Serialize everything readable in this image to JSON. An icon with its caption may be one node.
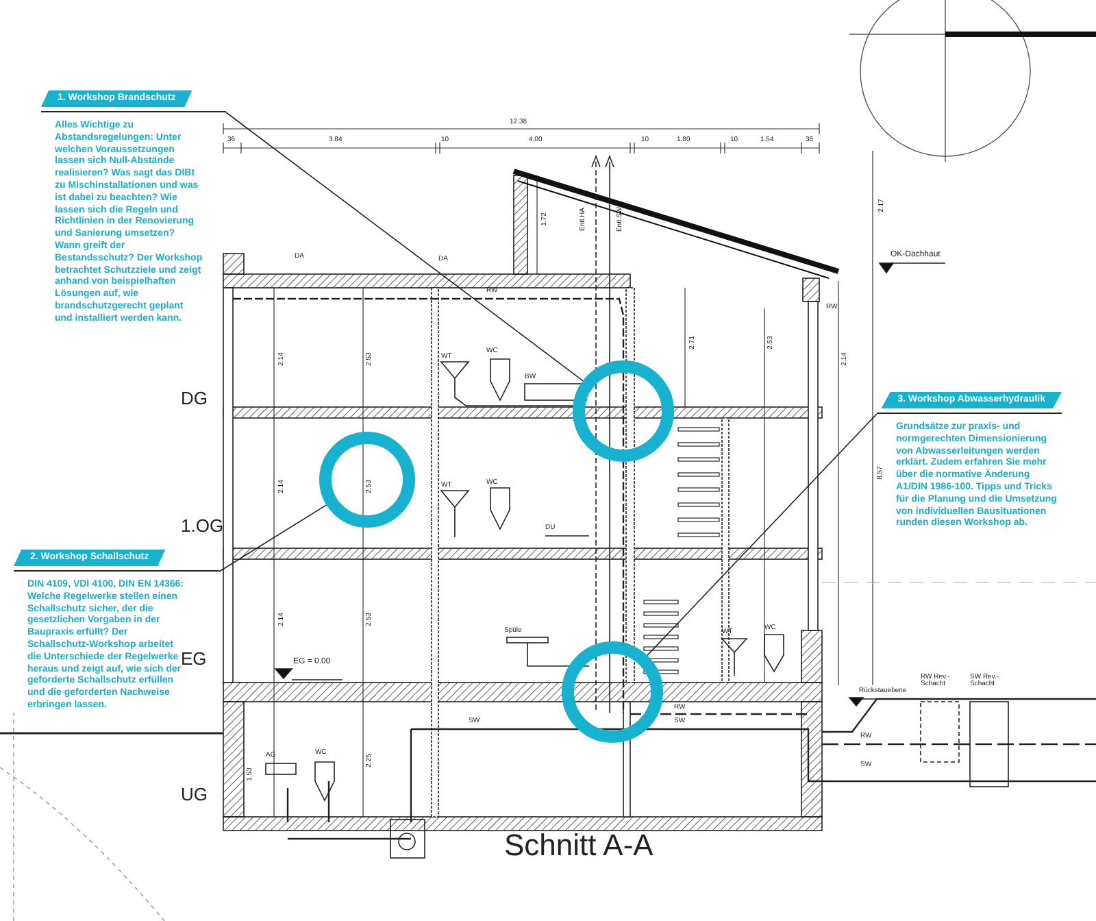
{
  "diagram": {
    "title": "Schnitt A-A",
    "nodes": [
      {
        "text": [
          "1. Workshop Brandschutz",
          "Alles Wichtige zu Abstandsregelungen: Unter welchen Voraussetzungen lassen sich Null-Abstände realisieren? Was sagt das DIBt zu Mischinstallationen und was ist dabei zu beachten? Wie lassen sich die Regeln und Richtlinien in der Renovierung und Sanierung umsetzen? Wann greift der Bestandsschutz? Der Workshop betrachtet Schutzziele und zeigt anhand von beispielhaften Lösungen auf, wie brandschutzgerecht geplant und installiert werden kann."
        ]
      },
      {
        "text": [
          "2. Workshop Schallschutz",
          "DIN 4109, VDI 4100, DIN EN 14366: Welche Regelwerke stellen einen Schallschutz sicher, der die gesetzlichen Vorgaben in der Baupraxis erfüllt? Der Schallschutz-Workshop arbeitet die Unterschiede der Regelwerke heraus und zeigt auf, wie sich der geforderte Schallschutz erfüllen und die geforderten Nachweise erbringen lassen."
        ]
      },
      {
        "text": [
          "3. Workshop Abwasserhydraulik",
          "Grundsätze zur praxis- und normgerechten Dimensionierung von Abwasserleitungen werden erklärt. Zudem erfahren Sie mehr über die normative Änderung A1/DIN 1986-100. Tipps und Tricks für die Planung und die Umsetzung von individuellen Bausituationen runden diesen Workshop ab."
        ]
      },
      {
        "text": [],
        "shape": "circle"
      },
      {
        "text": [],
        "shape": "circle"
      },
      {
        "text": [],
        "shape": "circle"
      }
    ],
    "edges": [
      {
        "from": 0,
        "to": 3,
        "arrow": "none"
      },
      {
        "from": 1,
        "to": 4,
        "arrow": "none"
      },
      {
        "from": 2,
        "to": 5,
        "arrow": "none"
      }
    ],
    "labels": [
      "12.38",
      "36",
      "3.84",
      "10",
      "4.00",
      "10",
      "1.80",
      "10",
      "1.54",
      "36",
      "DG",
      "1.OG",
      "EG",
      "UG",
      "DA",
      "DA",
      "RW",
      "Entl.HA",
      "Entl.SW",
      "1.72",
      "OK-Dachhaut",
      "2.17",
      "RW",
      "2.14",
      "2.53",
      "WT",
      "WC",
      "BW",
      "2.71",
      "2.53",
      "2.14",
      "2.14",
      "2.53",
      "WT",
      "WC",
      "DU",
      "8.57",
      "2.14",
      "2.53",
      "Spüle",
      "EG = 0.00",
      "WT",
      "WC",
      "Rückstauebene",
      "RW Rev.-Schacht",
      "SW Rev.-Schacht",
      "SW",
      "RW",
      "SW",
      "AG",
      "WC",
      "2.25",
      "1.53",
      "RW",
      "SW"
    ]
  }
}
